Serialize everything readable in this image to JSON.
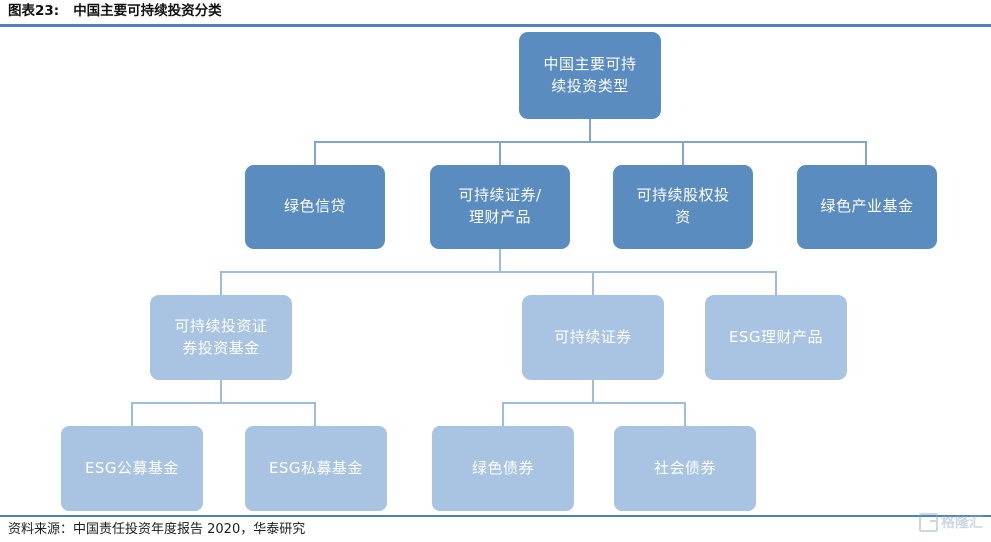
{
  "header": {
    "number": "图表23:",
    "title": "中国主要可持续投资分类",
    "rule_color": "#4F81BD"
  },
  "colors": {
    "level1_fill": "#5B8CC0",
    "level2_fill": "#5B8CC0",
    "level3_fill": "#A8C4E2",
    "level4_fill": "#A8C4E2",
    "connector_dark": "#7FA6CE",
    "connector_light": "#9DBCDE",
    "text_on_node": "#FFFFFF",
    "rule": "#4F81BD"
  },
  "diagram": {
    "type": "org-tree",
    "root": {
      "id": "root",
      "label": "中国主要可持\n续投资类型"
    },
    "level2": [
      {
        "id": "green-credit",
        "label": "绿色信贷"
      },
      {
        "id": "sustainable-securities-wealth",
        "label": "可持续证券/\n理财产品"
      },
      {
        "id": "sustainable-equity-investment",
        "label": "可持续股权投\n资"
      },
      {
        "id": "green-industry-fund",
        "label": "绿色产业基金"
      }
    ],
    "level3": [
      {
        "id": "sustainable-securities-fund",
        "label": "可持续投资证\n券投资基金",
        "parent": "sustainable-securities-wealth"
      },
      {
        "id": "sustainable-securities",
        "label": "可持续证券",
        "parent": "sustainable-securities-wealth"
      },
      {
        "id": "esg-wealth-product",
        "label": "ESG理财产品",
        "parent": "sustainable-securities-wealth"
      }
    ],
    "level4": [
      {
        "id": "esg-public-fund",
        "label": "ESG公募基金",
        "parent": "sustainable-securities-fund"
      },
      {
        "id": "esg-private-fund",
        "label": "ESG私募基金",
        "parent": "sustainable-securities-fund"
      },
      {
        "id": "green-bond",
        "label": "绿色债券",
        "parent": "sustainable-securities"
      },
      {
        "id": "social-bond",
        "label": "社会债券",
        "parent": "sustainable-securities"
      }
    ]
  },
  "footer": {
    "source": "资料来源：中国责任投资年度报告 2020，华泰研究"
  },
  "watermark": {
    "text": "格隆汇",
    "icon": "watermark-logo-icon"
  }
}
